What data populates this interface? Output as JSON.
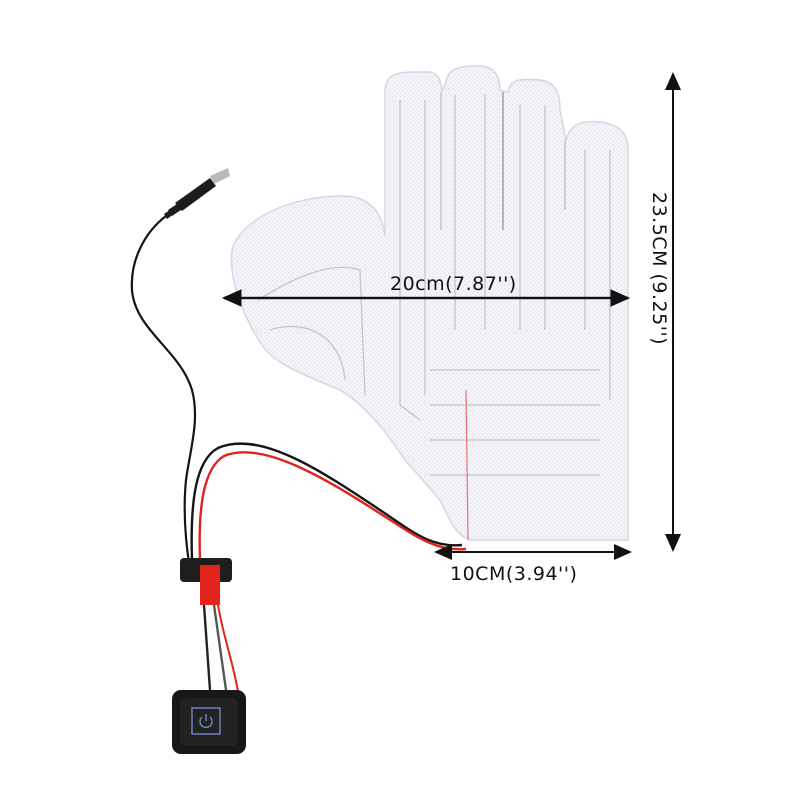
{
  "product": {
    "subject": "glove heating pad with USB-style barrel plug, red/black lead wires, JST connector and push-button power switch",
    "colors": {
      "background": "#ffffff",
      "pad": "#f2f2f7",
      "pad_outline": "#c9c9d6",
      "wire_black": "#151515",
      "wire_red": "#e0241b",
      "switch_body": "#1b1b1b",
      "switch_icon": "#6f88c8",
      "dimension_lines": "#111111"
    }
  },
  "dimensions": {
    "width_label": "20cm(7.87'')",
    "height_label": "23.5CM (9.25'')",
    "palm_width_label": "10CM(3.94'')"
  },
  "switch": {
    "icon": "power-icon"
  }
}
